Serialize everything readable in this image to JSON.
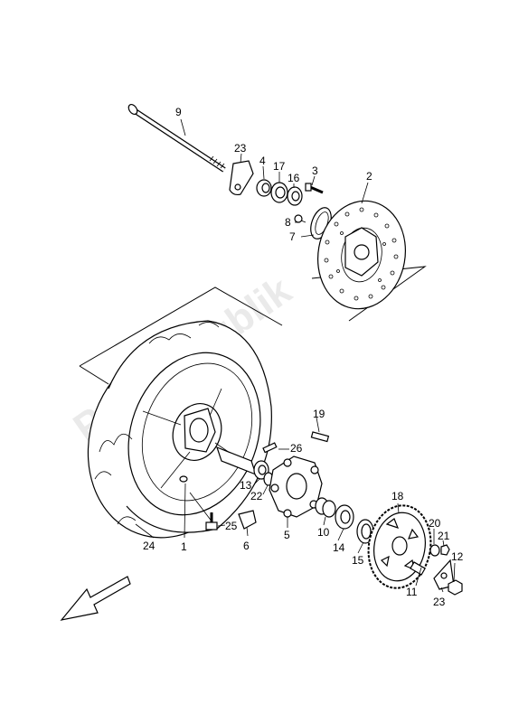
{
  "watermark": "Partsrepublik",
  "callouts": {
    "c1": "1",
    "c2": "2",
    "c3": "3",
    "c4": "4",
    "c5": "5",
    "c6": "6",
    "c7": "7",
    "c8": "8",
    "c9": "9",
    "c10": "10",
    "c11": "11",
    "c12": "12",
    "c13": "13",
    "c14": "14",
    "c15": "15",
    "c16": "16",
    "c17": "17",
    "c18": "18",
    "c19": "19",
    "c20": "20",
    "c21": "21",
    "c22": "22",
    "c23a": "23",
    "c23b": "23",
    "c24": "24",
    "c25": "25",
    "c26": "26"
  },
  "icons": {
    "direction": "front-direction-arrow-icon"
  }
}
